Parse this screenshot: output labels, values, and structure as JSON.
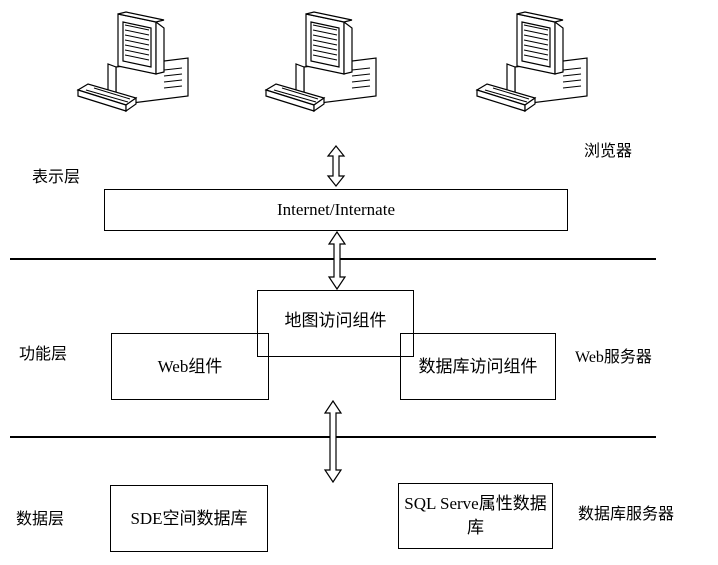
{
  "icons": {
    "computers": [
      "desktop-computer-icon",
      "desktop-computer-icon",
      "desktop-computer-icon"
    ],
    "arrows": [
      "double-arrow-icon",
      "double-arrow-icon",
      "double-arrow-icon"
    ]
  },
  "labels": {
    "browser": "浏览器",
    "presentation_layer": "表示层",
    "function_layer": "功能层",
    "web_server": "Web服务器",
    "data_layer": "数据层",
    "db_server": "数据库服务器"
  },
  "boxes": {
    "internet": "Internet/Internate",
    "map_access": "地图访问组件",
    "web_component": "Web组件",
    "db_access": "数据库访问组件",
    "sde_db": "SDE空间数据库",
    "sql_attr_db": "SQL Serve属性数据库"
  }
}
